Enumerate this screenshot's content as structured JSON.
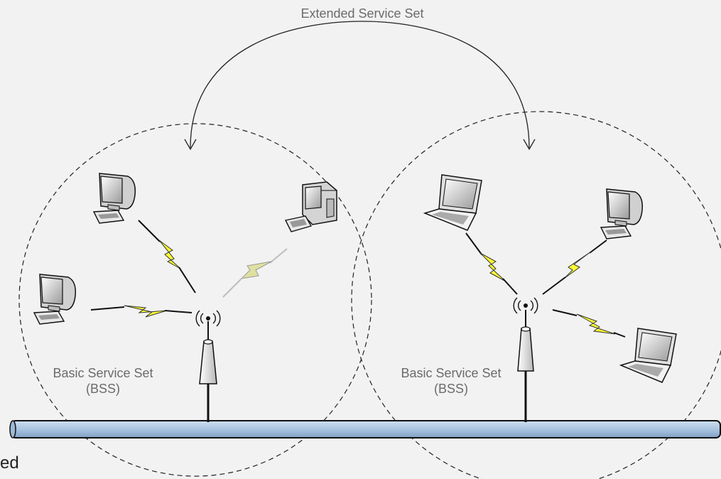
{
  "labels": {
    "ess": "Extended Service Set",
    "bss1_line1": "Basic Service Set",
    "bss1_line2": "(BSS)",
    "bss2_line1": "Basic Service Set",
    "bss2_line2": "(BSS)",
    "fragment": "ed"
  },
  "colors": {
    "background": "#f2f2f2",
    "cable": "#a9c4e0",
    "bolt_active": "#ffff33",
    "bolt_dim": "#e0e0a0",
    "label": "#6b6b6b"
  },
  "icons": {
    "bss1": [
      "crt-monitor-icon",
      "desktop-tower-icon",
      "crt-monitor-icon",
      "access-point-icon"
    ],
    "bss2": [
      "laptop-icon",
      "crt-monitor-icon",
      "laptop-icon",
      "access-point-icon"
    ]
  }
}
